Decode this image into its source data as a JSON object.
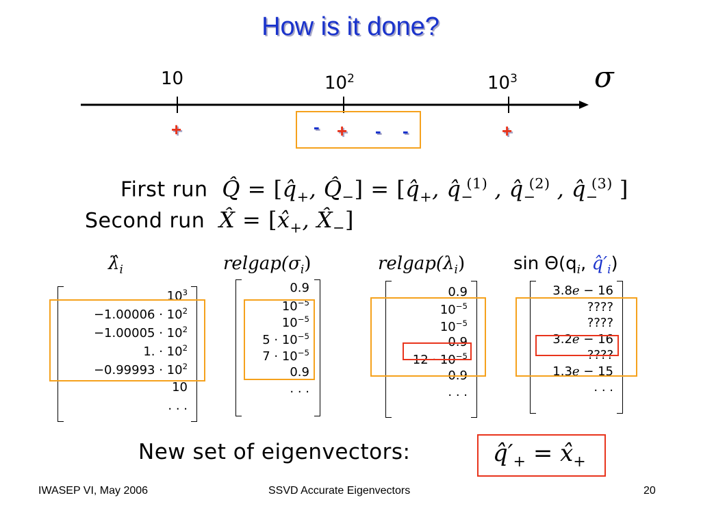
{
  "title": "How is it done?",
  "axis": {
    "symbol": "σ",
    "tick_10": "10",
    "tick_100_base": "10",
    "tick_100_exp": "2",
    "tick_1000_base": "10",
    "tick_1000_exp": "3",
    "signs": {
      "plus": "+",
      "minus": "-"
    }
  },
  "runs": {
    "first_label": "First run",
    "second_label": "Second run"
  },
  "columns": {
    "lambda": "λ",
    "relgap_sigma": "relgap(σ",
    "relgap_lambda": "relgap(λ",
    "sin_theta": "sin Θ(q",
    "i": "i"
  },
  "lambda_rows": [
    {
      "base": "10",
      "exp": "3",
      "pre": ""
    },
    {
      "pre": "−1.00006 · ",
      "base": "10",
      "exp": "2"
    },
    {
      "pre": "−1.00005 · ",
      "base": "10",
      "exp": "2"
    },
    {
      "pre": "1. · ",
      "base": "10",
      "exp": "2"
    },
    {
      "pre": "−0.99993 · ",
      "base": "10",
      "exp": "2"
    },
    {
      "pre": "10",
      "base": "",
      "exp": ""
    },
    {
      "pre": ". . .",
      "base": "",
      "exp": ""
    }
  ],
  "relgap_sigma_rows": [
    {
      "pre": "0.9",
      "base": "",
      "exp": ""
    },
    {
      "pre": "",
      "base": "10",
      "exp": "−5"
    },
    {
      "pre": "",
      "base": "10",
      "exp": "−5"
    },
    {
      "pre": "5 · ",
      "base": "10",
      "exp": "−5"
    },
    {
      "pre": "7 · ",
      "base": "10",
      "exp": "−5"
    },
    {
      "pre": "0.9",
      "base": "",
      "exp": ""
    },
    {
      "pre": ". . .",
      "base": "",
      "exp": ""
    }
  ],
  "relgap_lambda_rows": [
    {
      "pre": "0.9",
      "base": "",
      "exp": ""
    },
    {
      "pre": "",
      "base": "10",
      "exp": "−5"
    },
    {
      "pre": "",
      "base": "10",
      "exp": "−5"
    },
    {
      "pre": "0.9",
      "base": "",
      "exp": ""
    },
    {
      "pre": "12 · ",
      "base": "10",
      "exp": "−5"
    },
    {
      "pre": "0.9",
      "base": "",
      "exp": ""
    },
    {
      "pre": ". . .",
      "base": "",
      "exp": ""
    }
  ],
  "sin_rows": [
    "3.8e − 16",
    "????",
    "????",
    "3.2e − 16",
    "????",
    "1.3e − 15",
    ". . ."
  ],
  "new_set_label": "New set of eigenvectors:",
  "footer": {
    "left": "IWASEP VI, May 2006",
    "center": "SSVD Accurate Eigenvectors",
    "page": "20"
  },
  "colors": {
    "title": "#1a33cc",
    "plus": "#e8341c",
    "minus": "#1a33cc",
    "orange_box": "#f5a11c",
    "red_box": "#e8341c"
  }
}
